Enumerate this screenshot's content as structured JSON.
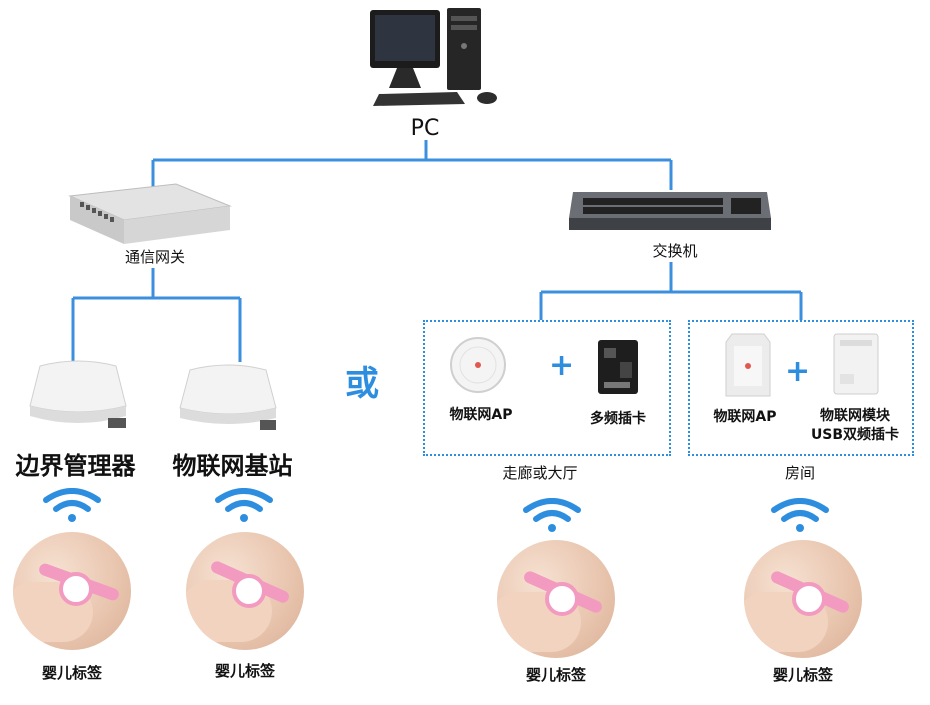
{
  "pc_label": "PC",
  "gateway_label": "通信网关",
  "switch_label": "交换机",
  "or_label": "或",
  "left_devices": [
    {
      "label": "边界管理器"
    },
    {
      "label": "物联网基站"
    }
  ],
  "corridor": {
    "ap_label": "物联网AP",
    "card_label": "多频插卡",
    "plus": "+",
    "zone_label": "走廊或大厅"
  },
  "room": {
    "ap_label": "物联网AP",
    "module_label_line1": "物联网模块",
    "module_label_line2": "USB双频插卡",
    "plus": "+",
    "zone_label": "房间"
  },
  "tags": [
    "婴儿标签",
    "婴儿标签",
    "婴儿标签",
    "婴儿标签"
  ],
  "colors": {
    "line": "#3b8fdd",
    "accent": "#2d8ee0",
    "tag_band": "#f29ac0"
  }
}
